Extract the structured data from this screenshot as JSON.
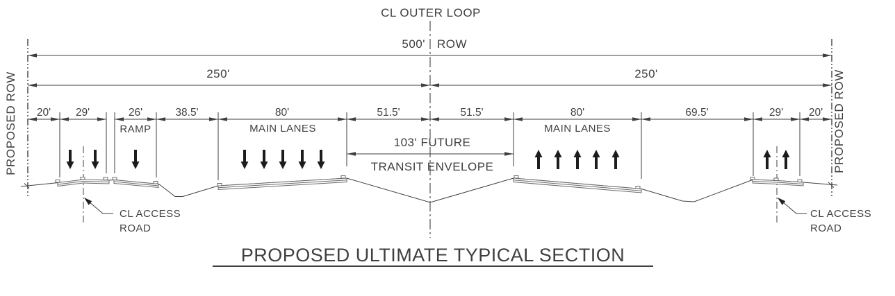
{
  "drawing": {
    "cl_outer_loop": "CL OUTER LOOP",
    "row_total": "500'",
    "row_total_suffix": "ROW",
    "row_left_half": "250'",
    "row_right_half": "250'",
    "proposed_row_left": "PROPOSED ROW",
    "proposed_row_right": "PROPOSED ROW",
    "ramp": "RAMP",
    "main_lanes_left": "MAIN LANES",
    "main_lanes_right": "MAIN LANES",
    "future_line1": "103' FUTURE",
    "future_line2": "TRANSIT ENVELOPE",
    "access_left_line1": "CL ACCESS",
    "access_left_line2": "ROAD",
    "access_right_line1": "CL ACCESS",
    "access_right_line2": "ROAD",
    "title": "PROPOSED ULTIMATE TYPICAL SECTION"
  },
  "segments": [
    {
      "label": "20'"
    },
    {
      "label": "29'"
    },
    {
      "label": "26'"
    },
    {
      "label": "38.5'"
    },
    {
      "label": "80'"
    },
    {
      "label": "51.5'"
    },
    {
      "label": "51.5'"
    },
    {
      "label": "80'"
    },
    {
      "label": "69.5'"
    },
    {
      "label": "29'"
    },
    {
      "label": "20'"
    }
  ],
  "colors": {
    "line": "#3f3f3f",
    "background": "#ffffff"
  }
}
